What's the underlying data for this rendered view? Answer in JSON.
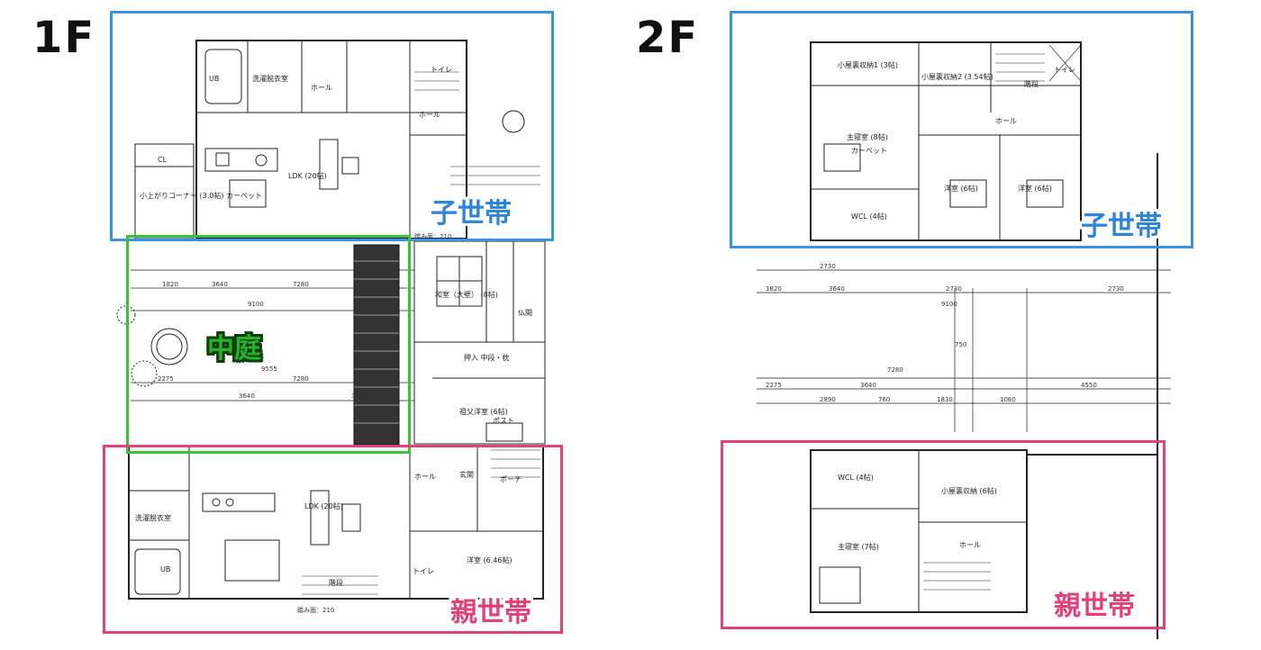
{
  "floors": {
    "f1": "1F",
    "f2": "2F"
  },
  "zones": {
    "child": "子世帯",
    "parent": "親世帯",
    "garden": "中庭"
  },
  "rooms_1f": {
    "ub": "UB",
    "laundry": "洗濯脱衣室",
    "hall_top": "ホール",
    "toilet_top": "トイレ",
    "ldk_child": "LDK (20帖)",
    "cl": "CL",
    "kotatsu": "小上がりコーナー (3.0帖) カーペット",
    "washitsu": "和室（大壁） (8帖)",
    "butsuma": "仏間",
    "oshiire": "押入 中段・枕",
    "grandfather": "祖父洋室 (6帖)",
    "genkan": "玄関",
    "hall_mid": "ホール",
    "ldk_parent": "LDK (20帖)",
    "laundry_parent": "洗濯脱衣室",
    "ub_parent": "UB",
    "yoshitsu": "洋室 (6.46帖)",
    "toilet_parent": "トイレ",
    "kaidan": "階段",
    "porch": "ポーチ",
    "post": "ポスト"
  },
  "dims_1f": {
    "d1820": "1820",
    "d3640a": "3640",
    "d7280a": "7280",
    "d9100": "9100",
    "d9555": "9555",
    "d2275": "2275",
    "d3640b": "3640",
    "d7280b": "7280",
    "d3640c": "3640",
    "fumidai_top": "踏み面：210",
    "fumidai_bottom": "踏み面：210"
  },
  "rooms_2f": {
    "attic1": "小屋裏収納1 (3帖)",
    "attic2": "小屋裏収納2 (3.54帖)",
    "kaidan": "階段",
    "toilet": "トイレ",
    "master_child": "主寝室 (8帖)",
    "carpet": "カーペット",
    "hall": "ホール",
    "western1": "洋室 (6帖)",
    "western2": "洋室 (6帖)",
    "wcl": "WCL (4帖)",
    "wcl_parent": "WCL (4帖)",
    "attic_parent": "小屋裏収納 (6帖)",
    "master_parent": "主寝室 (7帖)",
    "hall_parent": "ホール"
  },
  "dims_2f": {
    "d1820": "1820",
    "d3640": "3640",
    "d2730a": "2730",
    "d2730b": "2730",
    "d2730c": "2730",
    "d9100": "9100",
    "d7280": "7280",
    "d2275": "2275",
    "d3640b": "3640",
    "d4550": "4550",
    "d2890": "2890",
    "d760": "760",
    "d1830": "1830",
    "d1060": "1060",
    "d750": "750"
  },
  "colors": {
    "child_zone": "#3b92e0",
    "parent_zone": "#e0417a",
    "garden_zone": "#3ec03a"
  }
}
